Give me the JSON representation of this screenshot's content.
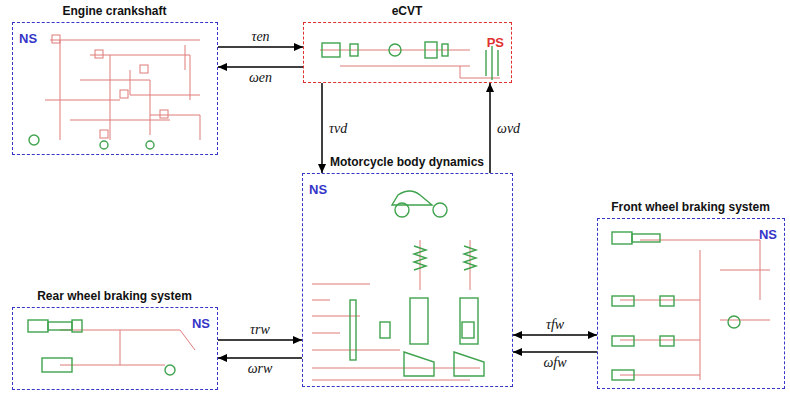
{
  "diagram": {
    "nodes": [
      {
        "text": [
          "Engine crankshaft",
          "NS"
        ]
      },
      {
        "text": [
          "eCVT",
          "PS"
        ]
      },
      {
        "text": [
          "Motorcycle body dynamics",
          "NS"
        ]
      },
      {
        "text": [
          "Rear wheel braking system",
          "NS"
        ]
      },
      {
        "text": [
          "Front wheel braking system",
          "NS"
        ]
      }
    ],
    "edges": [
      {
        "from": 0,
        "to": 1,
        "label": "τen",
        "arrow": "to"
      },
      {
        "from": 1,
        "to": 0,
        "label": "ωen",
        "arrow": "to"
      },
      {
        "from": 1,
        "to": 2,
        "label": "τvd",
        "arrow": "to"
      },
      {
        "from": 2,
        "to": 1,
        "label": "ωvd",
        "arrow": "to"
      },
      {
        "from": 3,
        "to": 2,
        "label": "τrw",
        "arrow": "to"
      },
      {
        "from": 2,
        "to": 3,
        "label": "ωrw",
        "arrow": "to"
      },
      {
        "from": 2,
        "to": 4,
        "label": "τfw",
        "arrow": "both"
      },
      {
        "from": 4,
        "to": 2,
        "label": "ωfw",
        "arrow": "to"
      }
    ]
  }
}
